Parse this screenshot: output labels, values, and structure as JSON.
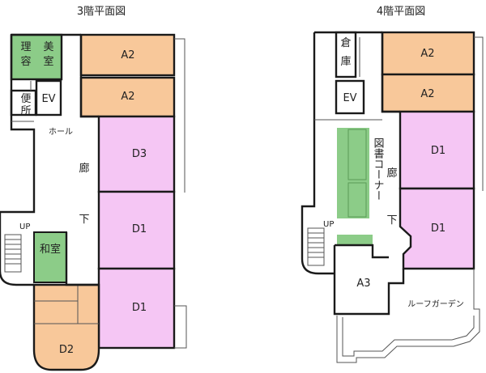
{
  "floor3": {
    "title": "3階平面図",
    "colors": {
      "orange": "#f8c89a",
      "magenta": "#f5c6f4",
      "green": "#8ccc88"
    },
    "labels": {
      "biyou_1": "美",
      "biyou_2": "室",
      "riyou_1": "理",
      "riyou_2": "容",
      "ev": "EV",
      "benjo_1": "便",
      "benjo_2": "所",
      "hall": "ホール",
      "corridor_1": "廊",
      "corridor_2": "下",
      "up": "UP",
      "washitsu": "和室",
      "a2_top": "A2",
      "a2_mid": "A2",
      "d3": "D3",
      "d1_mid": "D1",
      "d1_low": "D1",
      "d2": "D2"
    }
  },
  "floor4": {
    "title": "4階平面図",
    "labels": {
      "souko_1": "倉",
      "souko_2": "庫",
      "ev": "EV",
      "library": "図書コーナー",
      "corridor_1": "廊",
      "corridor_2": "下",
      "up": "UP",
      "a2_top": "A2",
      "a2_mid": "A2",
      "d1_top": "D1",
      "d1_low": "D1",
      "a3": "A3",
      "roof_garden": "ルーフガーデン"
    }
  }
}
